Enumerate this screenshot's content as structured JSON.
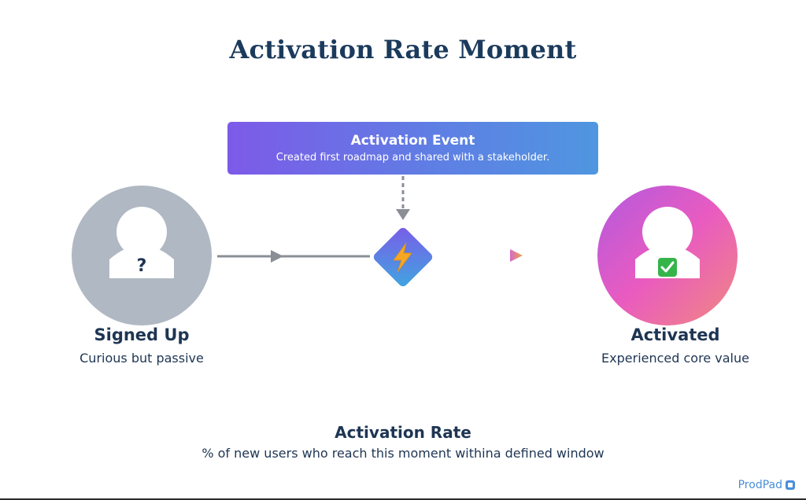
{
  "title": "Activation Rate Moment",
  "activation_event": {
    "title": "Activation Event",
    "subtitle": "Created first roadmap and shared with a stakeholder."
  },
  "nodes": {
    "signed_up": {
      "label": "Signed Up",
      "description": "Curious but passive",
      "symbol": "?",
      "icon": "user-icon"
    },
    "activated": {
      "label": "Activated",
      "description": "Experienced core value",
      "icon": "user-icon",
      "badge_icon": "check-icon"
    },
    "trigger_icon": "lightning-icon"
  },
  "activation_rate": {
    "title": "Activation Rate",
    "description": "% of new users who reach this moment withina defined window"
  },
  "brand": {
    "name": "ProdPad"
  },
  "colors": {
    "title": "#1b3a5c",
    "text": "#1e3553",
    "gray_avatar": "#b0b8c3",
    "gray_arrow": "#8a8f96",
    "gradient_purple": "#7d5ae8",
    "gradient_blue": "#4f96e0",
    "gradient_pink": "#e95bc0",
    "gradient_orange": "#f08880",
    "check_green": "#35b44a",
    "brand_blue": "#4a8fd8"
  }
}
